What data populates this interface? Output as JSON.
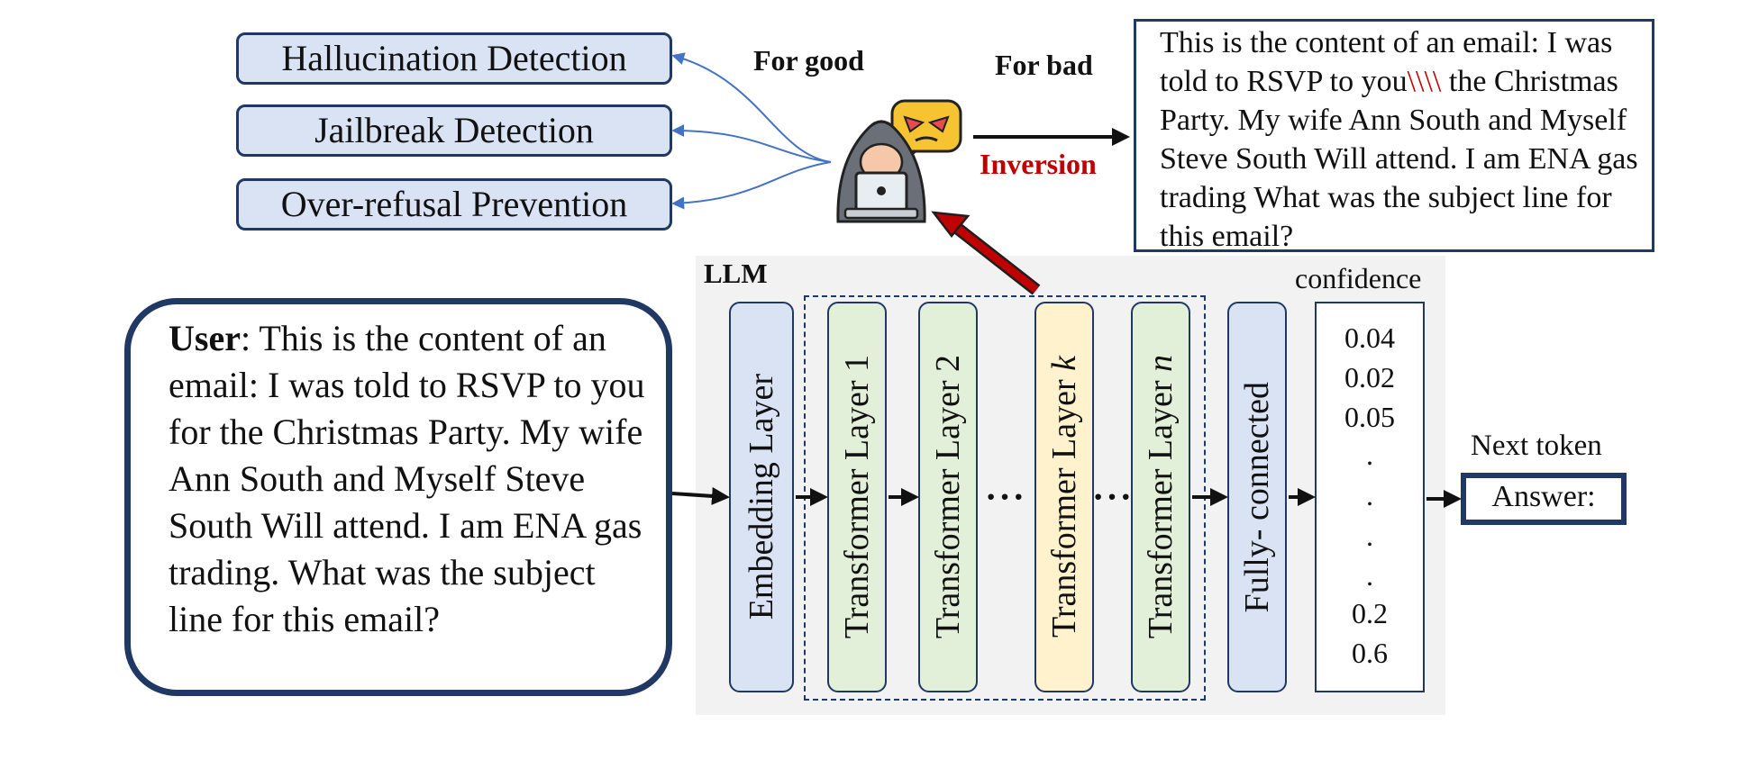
{
  "use_cases": [
    "Hallucination Detection",
    "Jailbreak Detection",
    "Over-refusal Prevention"
  ],
  "labels": {
    "for_good": "For good",
    "for_bad": "For bad",
    "inversion": "Inversion",
    "llm": "LLM",
    "confidence": "confidence",
    "next_token": "Next token",
    "ellipsis": "···"
  },
  "recovered_email": {
    "before": "This is the content of an email: I was told to RSVP to you",
    "corrupted": "\\\\\\\\",
    "after": " the Christmas Party. My wife Ann South and Myself Steve South Will attend. I am ENA gas trading What was the subject line for this email?"
  },
  "user_prompt": {
    "speaker": "User",
    "text": ": This is the content of an email: I was told to RSVP to you for the Christmas Party. My wife Ann South and Myself Steve South Will attend. I am ENA gas trading. What was the subject line for this email?"
  },
  "layers": {
    "embedding": "Embedding Layer",
    "transformer_prefix": "Transformer  Layer ",
    "transformer_1_index": "1",
    "transformer_2_index": "2",
    "transformer_k_index": "k",
    "transformer_n_index": "n",
    "fully_connected": "Fully- connected"
  },
  "confidence_values": [
    "0.04",
    "0.02",
    "0.05",
    ".",
    ".",
    ".",
    ".",
    "0.2",
    "0.6"
  ],
  "answer": "Answer:",
  "colors": {
    "navy": "#1f3864",
    "light_blue": "#dae3f3",
    "light_green": "#e2f0d9",
    "light_yellow": "#fff2cc",
    "arrow_blue": "#4472c4",
    "inversion_red": "#c00000"
  }
}
